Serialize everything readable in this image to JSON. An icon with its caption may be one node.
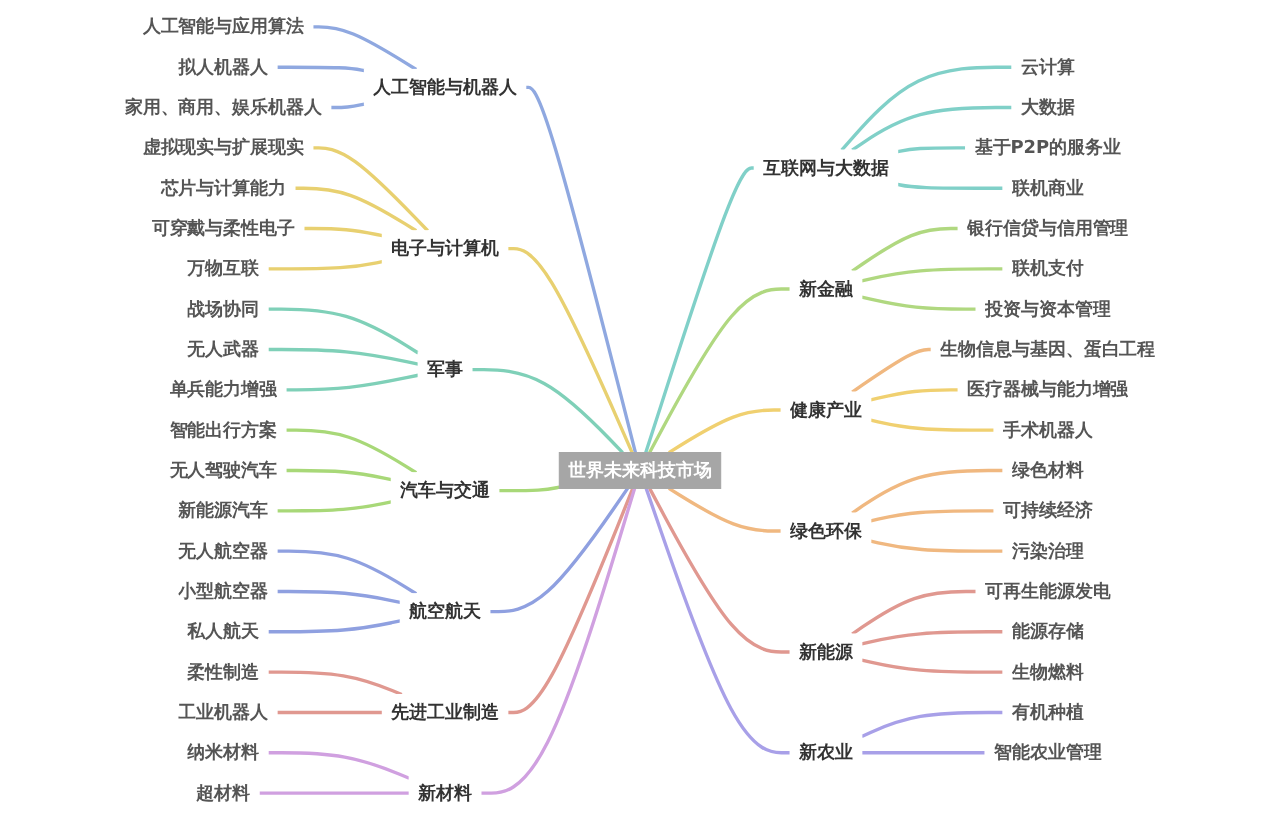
{
  "diagram": {
    "nodes": [
      {
        "text": [
          "世界未来科技市场"
        ]
      },
      {
        "text": [
          "人工智能与机器人"
        ]
      },
      {
        "text": [
          "人工智能与应用算法"
        ]
      },
      {
        "text": [
          "拟人机器人"
        ]
      },
      {
        "text": [
          "家用、商用、娱乐机器人"
        ]
      },
      {
        "text": [
          "电子与计算机"
        ]
      },
      {
        "text": [
          "虚拟现实与扩展现实"
        ]
      },
      {
        "text": [
          "芯片与计算能力"
        ]
      },
      {
        "text": [
          "可穿戴与柔性电子"
        ]
      },
      {
        "text": [
          "万物互联"
        ]
      },
      {
        "text": [
          "军事"
        ]
      },
      {
        "text": [
          "战场协同"
        ]
      },
      {
        "text": [
          "无人武器"
        ]
      },
      {
        "text": [
          "单兵能力增强"
        ]
      },
      {
        "text": [
          "汽车与交通"
        ]
      },
      {
        "text": [
          "智能出行方案"
        ]
      },
      {
        "text": [
          "无人驾驶汽车"
        ]
      },
      {
        "text": [
          "新能源汽车"
        ]
      },
      {
        "text": [
          "航空航天"
        ]
      },
      {
        "text": [
          "无人航空器"
        ]
      },
      {
        "text": [
          "小型航空器"
        ]
      },
      {
        "text": [
          "私人航天"
        ]
      },
      {
        "text": [
          "先进工业制造"
        ]
      },
      {
        "text": [
          "柔性制造"
        ]
      },
      {
        "text": [
          "工业机器人"
        ]
      },
      {
        "text": [
          "新材料"
        ]
      },
      {
        "text": [
          "纳米材料"
        ]
      },
      {
        "text": [
          "超材料"
        ]
      },
      {
        "text": [
          "互联网与大数据"
        ]
      },
      {
        "text": [
          "云计算"
        ]
      },
      {
        "text": [
          "大数据"
        ]
      },
      {
        "text": [
          "基于P2P的服务业"
        ]
      },
      {
        "text": [
          "联机商业"
        ]
      },
      {
        "text": [
          "新金融"
        ]
      },
      {
        "text": [
          "银行信贷与信用管理"
        ]
      },
      {
        "text": [
          "联机支付"
        ]
      },
      {
        "text": [
          "投资与资本管理"
        ]
      },
      {
        "text": [
          "健康产业"
        ]
      },
      {
        "text": [
          "生物信息与基因、蛋白工程"
        ]
      },
      {
        "text": [
          "医疗器械与能力增强"
        ]
      },
      {
        "text": [
          "手术机器人"
        ]
      },
      {
        "text": [
          "绿色环保"
        ]
      },
      {
        "text": [
          "绿色材料"
        ]
      },
      {
        "text": [
          "可持续经济"
        ]
      },
      {
        "text": [
          "污染治理"
        ]
      },
      {
        "text": [
          "新能源"
        ]
      },
      {
        "text": [
          "可再生能源发电"
        ]
      },
      {
        "text": [
          "能源存储"
        ]
      },
      {
        "text": [
          "生物燃料"
        ]
      },
      {
        "text": [
          "新农业"
        ]
      },
      {
        "text": [
          "有机种植"
        ]
      },
      {
        "text": [
          "智能农业管理"
        ]
      }
    ],
    "edges": [
      {
        "from": 0,
        "to": 1,
        "arrow": "none",
        "color": "#8fa8e0"
      },
      {
        "from": 1,
        "to": 2,
        "arrow": "none",
        "color": "#8fa8e0"
      },
      {
        "from": 1,
        "to": 3,
        "arrow": "none",
        "color": "#8fa8e0"
      },
      {
        "from": 1,
        "to": 4,
        "arrow": "none",
        "color": "#8fa8e0"
      },
      {
        "from": 0,
        "to": 5,
        "arrow": "none",
        "color": "#e8d070"
      },
      {
        "from": 5,
        "to": 6,
        "arrow": "none",
        "color": "#e8d070"
      },
      {
        "from": 5,
        "to": 7,
        "arrow": "none",
        "color": "#e8d070"
      },
      {
        "from": 5,
        "to": 8,
        "arrow": "none",
        "color": "#e8d070"
      },
      {
        "from": 5,
        "to": 9,
        "arrow": "none",
        "color": "#e8d070"
      },
      {
        "from": 0,
        "to": 10,
        "arrow": "none",
        "color": "#7fd0b8"
      },
      {
        "from": 10,
        "to": 11,
        "arrow": "none",
        "color": "#7fd0b8"
      },
      {
        "from": 10,
        "to": 12,
        "arrow": "none",
        "color": "#7fd0b8"
      },
      {
        "from": 10,
        "to": 13,
        "arrow": "none",
        "color": "#7fd0b8"
      },
      {
        "from": 0,
        "to": 14,
        "arrow": "none",
        "color": "#a8d878"
      },
      {
        "from": 14,
        "to": 15,
        "arrow": "none",
        "color": "#a8d878"
      },
      {
        "from": 14,
        "to": 16,
        "arrow": "none",
        "color": "#a8d878"
      },
      {
        "from": 14,
        "to": 17,
        "arrow": "none",
        "color": "#a8d878"
      },
      {
        "from": 0,
        "to": 18,
        "arrow": "none",
        "color": "#8fa0e0"
      },
      {
        "from": 18,
        "to": 19,
        "arrow": "none",
        "color": "#8fa0e0"
      },
      {
        "from": 18,
        "to": 20,
        "arrow": "none",
        "color": "#8fa0e0"
      },
      {
        "from": 18,
        "to": 21,
        "arrow": "none",
        "color": "#8fa0e0"
      },
      {
        "from": 0,
        "to": 22,
        "arrow": "none",
        "color": "#e09890"
      },
      {
        "from": 22,
        "to": 23,
        "arrow": "none",
        "color": "#e09890"
      },
      {
        "from": 22,
        "to": 24,
        "arrow": "none",
        "color": "#e09890"
      },
      {
        "from": 0,
        "to": 25,
        "arrow": "none",
        "color": "#d0a0e0"
      },
      {
        "from": 25,
        "to": 26,
        "arrow": "none",
        "color": "#d0a0e0"
      },
      {
        "from": 25,
        "to": 27,
        "arrow": "none",
        "color": "#d0a0e0"
      },
      {
        "from": 0,
        "to": 28,
        "arrow": "none",
        "color": "#80d0c8"
      },
      {
        "from": 28,
        "to": 29,
        "arrow": "none",
        "color": "#80d0c8"
      },
      {
        "from": 28,
        "to": 30,
        "arrow": "none",
        "color": "#80d0c8"
      },
      {
        "from": 28,
        "to": 31,
        "arrow": "none",
        "color": "#80d0c8"
      },
      {
        "from": 28,
        "to": 32,
        "arrow": "none",
        "color": "#80d0c8"
      },
      {
        "from": 0,
        "to": 33,
        "arrow": "none",
        "color": "#b0d880"
      },
      {
        "from": 33,
        "to": 34,
        "arrow": "none",
        "color": "#b0d880"
      },
      {
        "from": 33,
        "to": 35,
        "arrow": "none",
        "color": "#b0d880"
      },
      {
        "from": 33,
        "to": 36,
        "arrow": "none",
        "color": "#b0d880"
      },
      {
        "from": 0,
        "to": 37,
        "arrow": "none",
        "color": "#f0d070"
      },
      {
        "from": 37,
        "to": 38,
        "arrow": "none",
        "color": "#f0b880"
      },
      {
        "from": 37,
        "to": 39,
        "arrow": "none",
        "color": "#f0d070"
      },
      {
        "from": 37,
        "to": 40,
        "arrow": "none",
        "color": "#f0d070"
      },
      {
        "from": 0,
        "to": 41,
        "arrow": "none",
        "color": "#f0b880"
      },
      {
        "from": 41,
        "to": 42,
        "arrow": "none",
        "color": "#f0b880"
      },
      {
        "from": 41,
        "to": 43,
        "arrow": "none",
        "color": "#f0b880"
      },
      {
        "from": 41,
        "to": 44,
        "arrow": "none",
        "color": "#f0b880"
      },
      {
        "from": 0,
        "to": 45,
        "arrow": "none",
        "color": "#e09890"
      },
      {
        "from": 45,
        "to": 46,
        "arrow": "none",
        "color": "#e09890"
      },
      {
        "from": 45,
        "to": 47,
        "arrow": "none",
        "color": "#e09890"
      },
      {
        "from": 45,
        "to": 48,
        "arrow": "none",
        "color": "#e09890"
      },
      {
        "from": 0,
        "to": 49,
        "arrow": "none",
        "color": "#a8a0e8"
      },
      {
        "from": 49,
        "to": 50,
        "arrow": "none",
        "color": "#a8a0e8"
      },
      {
        "from": 49,
        "to": 51,
        "arrow": "none",
        "color": "#a8a0e8"
      }
    ]
  }
}
